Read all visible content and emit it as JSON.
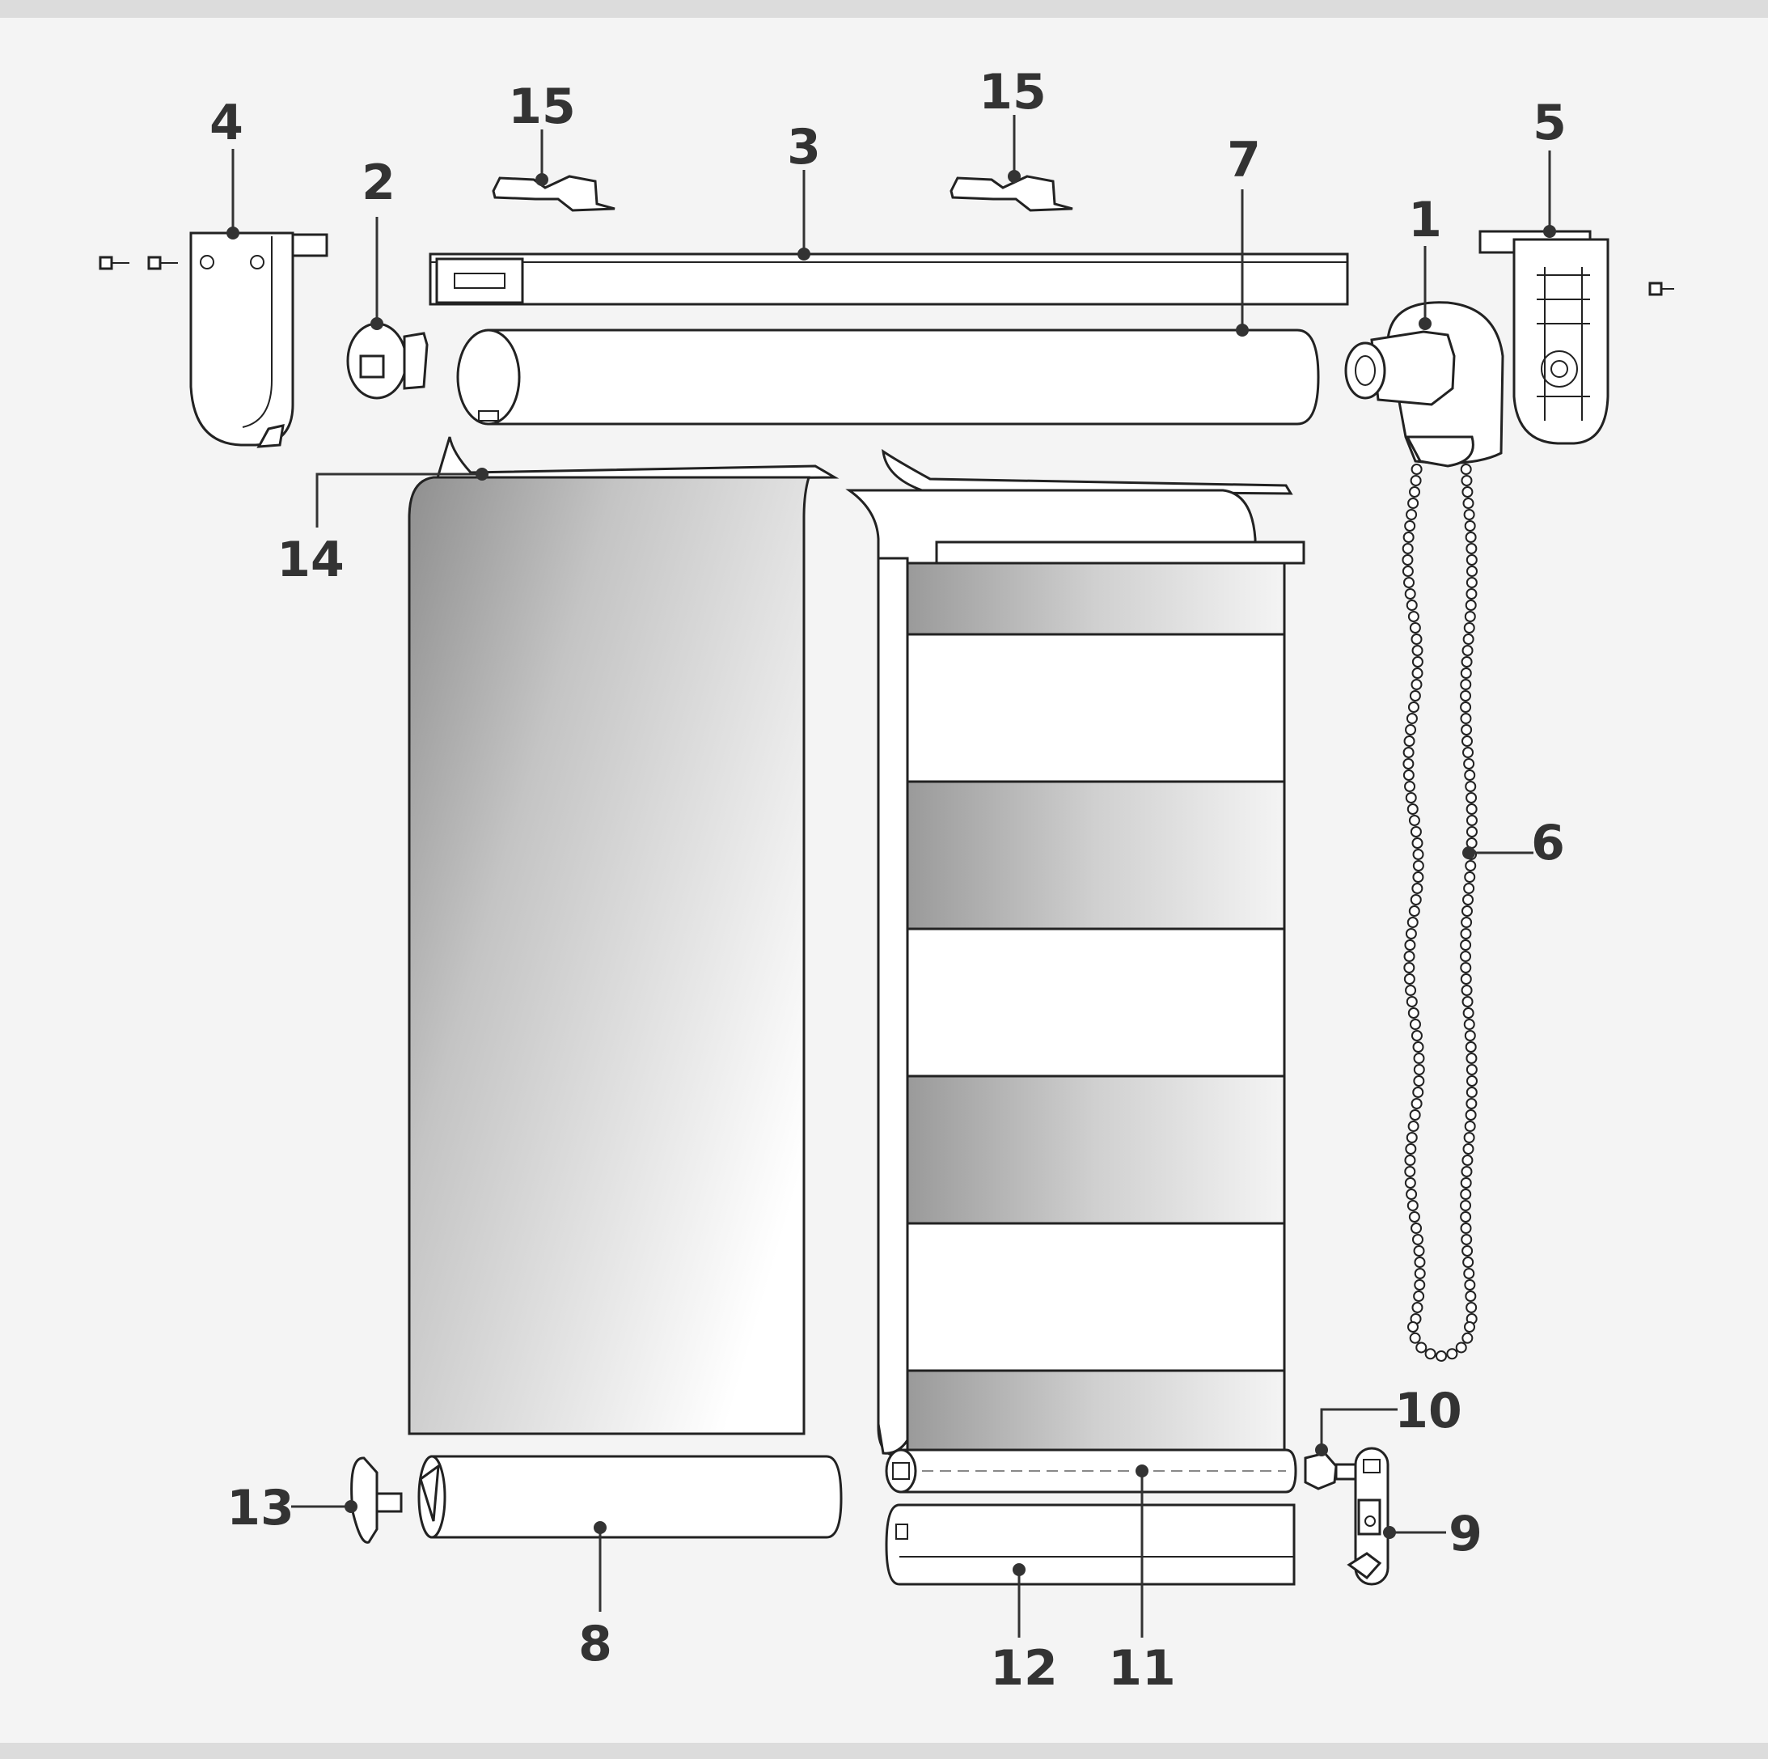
{
  "diagram": {
    "labels": {
      "l1": "1",
      "l2": "2",
      "l3": "3",
      "l4": "4",
      "l5": "5",
      "l6": "6",
      "l7": "7",
      "l8": "8",
      "l9": "9",
      "l10": "10",
      "l11": "11",
      "l12": "12",
      "l13": "13",
      "l14": "14",
      "l15a": "15",
      "l15b": "15"
    }
  }
}
